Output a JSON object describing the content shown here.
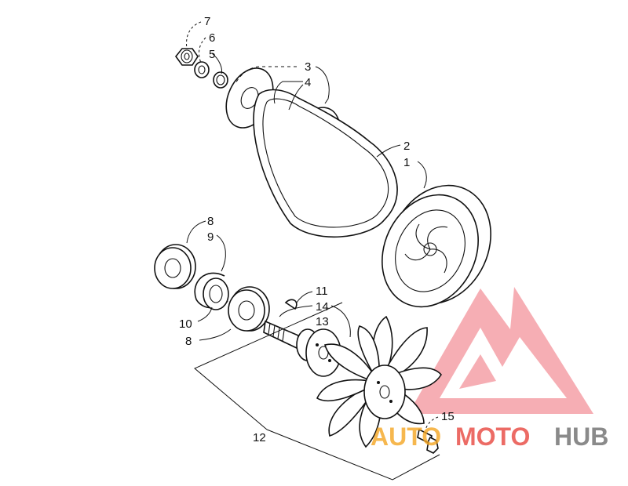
{
  "callouts": {
    "c1": "1",
    "c2": "2",
    "c3": "3",
    "c4": "4",
    "c5": "5",
    "c6": "6",
    "c7": "7",
    "c8a": "8",
    "c8b": "8",
    "c9": "9",
    "c10": "10",
    "c11": "11",
    "c12": "12",
    "c13": "13",
    "c14": "14",
    "c15": "15"
  },
  "watermark": {
    "part1": "AUTO",
    "part2": "MOTO",
    "part3": "HUB",
    "colors": {
      "orange": "#f5a623",
      "red": "#e8473f",
      "gray": "#6d6d6d",
      "logo_red": "#f2808a"
    }
  }
}
